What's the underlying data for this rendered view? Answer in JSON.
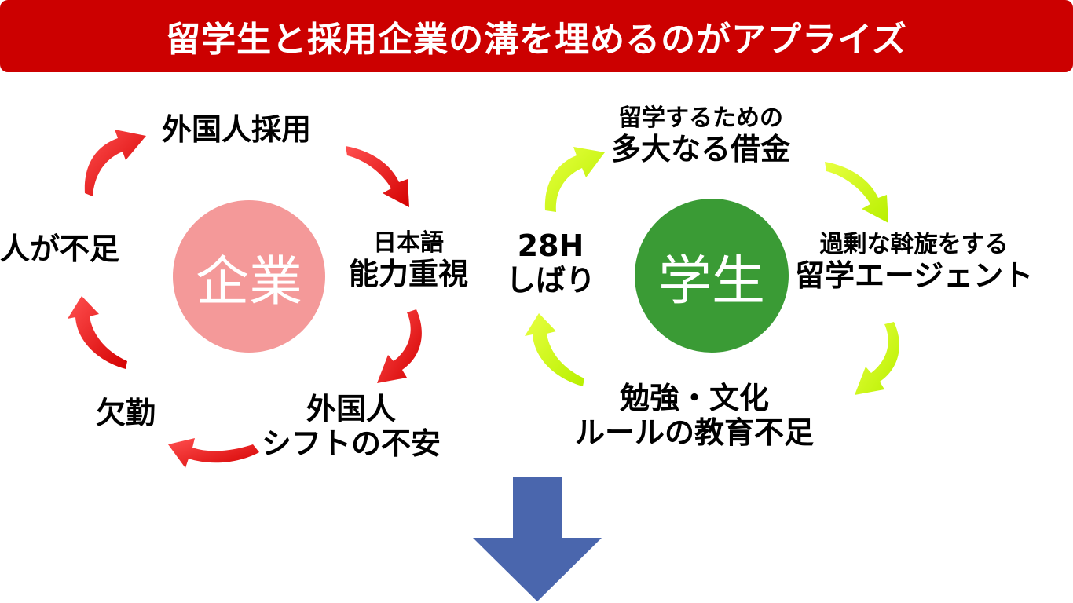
{
  "banner": {
    "title": "留学生と採用企業の溝を埋めるのがアプライズ"
  },
  "company": {
    "center": "企業",
    "nodes": {
      "hiring": "外国人採用",
      "skill_line1": "日本語",
      "skill_line2": "能力重視",
      "shift_line1": "外国人",
      "shift_line2": "シフトの不安",
      "absence": "欠勤",
      "shortage": "人が不足"
    }
  },
  "student": {
    "center": "学生",
    "nodes": {
      "debt_line1": "留学するための",
      "debt_line2": "多大なる借金",
      "agent_line1": "過剰な斡旋をする",
      "agent_line2": "留学エージェント",
      "edu_line1": "勉強・文化",
      "edu_line2": "ルールの教育不足",
      "hours_line1": "28H",
      "hours_line2": "しばり"
    }
  },
  "colors": {
    "banner": "#cc0000",
    "company_circle": "#f49999",
    "student_circle": "#3a9b35",
    "company_arrows": "#e8141a",
    "student_arrows": "#ccff00",
    "down_arrow": "#4a66ad"
  }
}
